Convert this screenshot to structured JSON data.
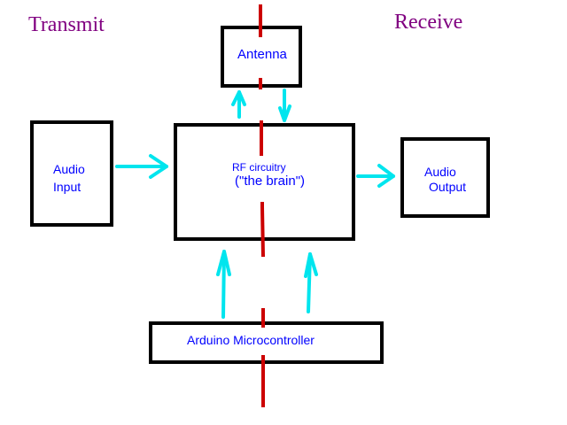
{
  "sections": {
    "transmit": "Transmit",
    "receive": "Receive"
  },
  "blocks": {
    "antenna": "Antenna",
    "rf_line1": "RF circuitry",
    "rf_line2": "(\"the brain\")",
    "audio_input_line1": "Audio",
    "audio_input_line2": "Input",
    "audio_output_line1": "Audio",
    "audio_output_line2": "Output",
    "arduino": "Arduino Microcontroller"
  },
  "colors": {
    "title": "#800080",
    "label": "#0000ff",
    "arrow": "#00e5ee",
    "divider": "#cc0000",
    "border": "#000000"
  }
}
